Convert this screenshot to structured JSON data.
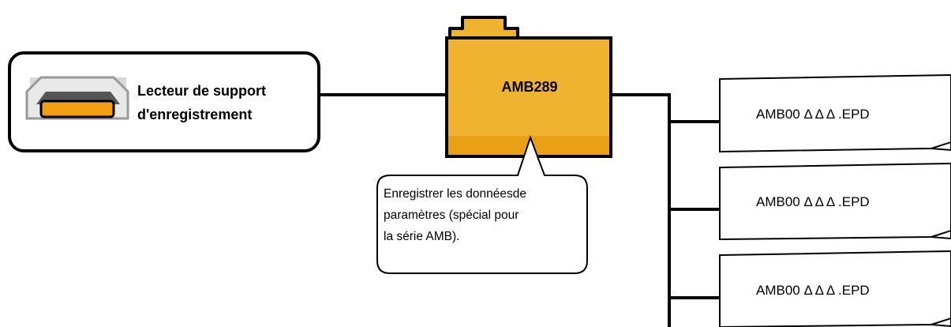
{
  "drive": {
    "label_line1": "Lecteur de support",
    "label_line2": "d'enregistrement",
    "icon": "media-drive-icon"
  },
  "folder": {
    "name": "AMB289",
    "icon": "folder-icon",
    "color": "#F0B330"
  },
  "callout": {
    "line1": "Enregistrer les donnéesde",
    "line2": "paramètres (spécial pour",
    "line3": "la série AMB)."
  },
  "files": [
    {
      "name": "AMB00 Δ Δ Δ .EPD"
    },
    {
      "name": "AMB00 Δ Δ Δ .EPD"
    },
    {
      "name": "AMB00 Δ Δ Δ .EPD"
    }
  ]
}
